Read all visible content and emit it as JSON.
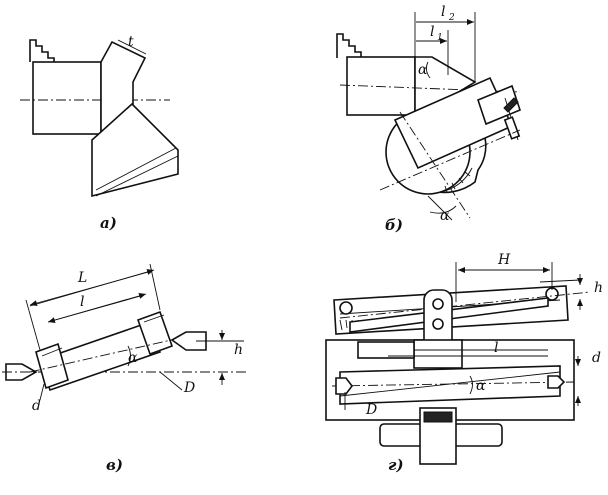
{
  "panels": {
    "a": {
      "caption": "а)",
      "dim_t": "t"
    },
    "b": {
      "caption": "б)",
      "dim_l1": "l",
      "dim_l1_sub": "1",
      "dim_l2": "l",
      "dim_l2_sub": "2",
      "angle": "α"
    },
    "v": {
      "caption": "в)",
      "dim_L": "L",
      "dim_l": "l",
      "dim_h": "h",
      "angle": "α",
      "dim_D": "D",
      "dim_d": "d"
    },
    "g": {
      "caption": "г)",
      "dim_H": "H",
      "dim_h": "h",
      "dim_l": "l",
      "dim_d": "d",
      "dim_D": "D",
      "angle": "α"
    }
  }
}
